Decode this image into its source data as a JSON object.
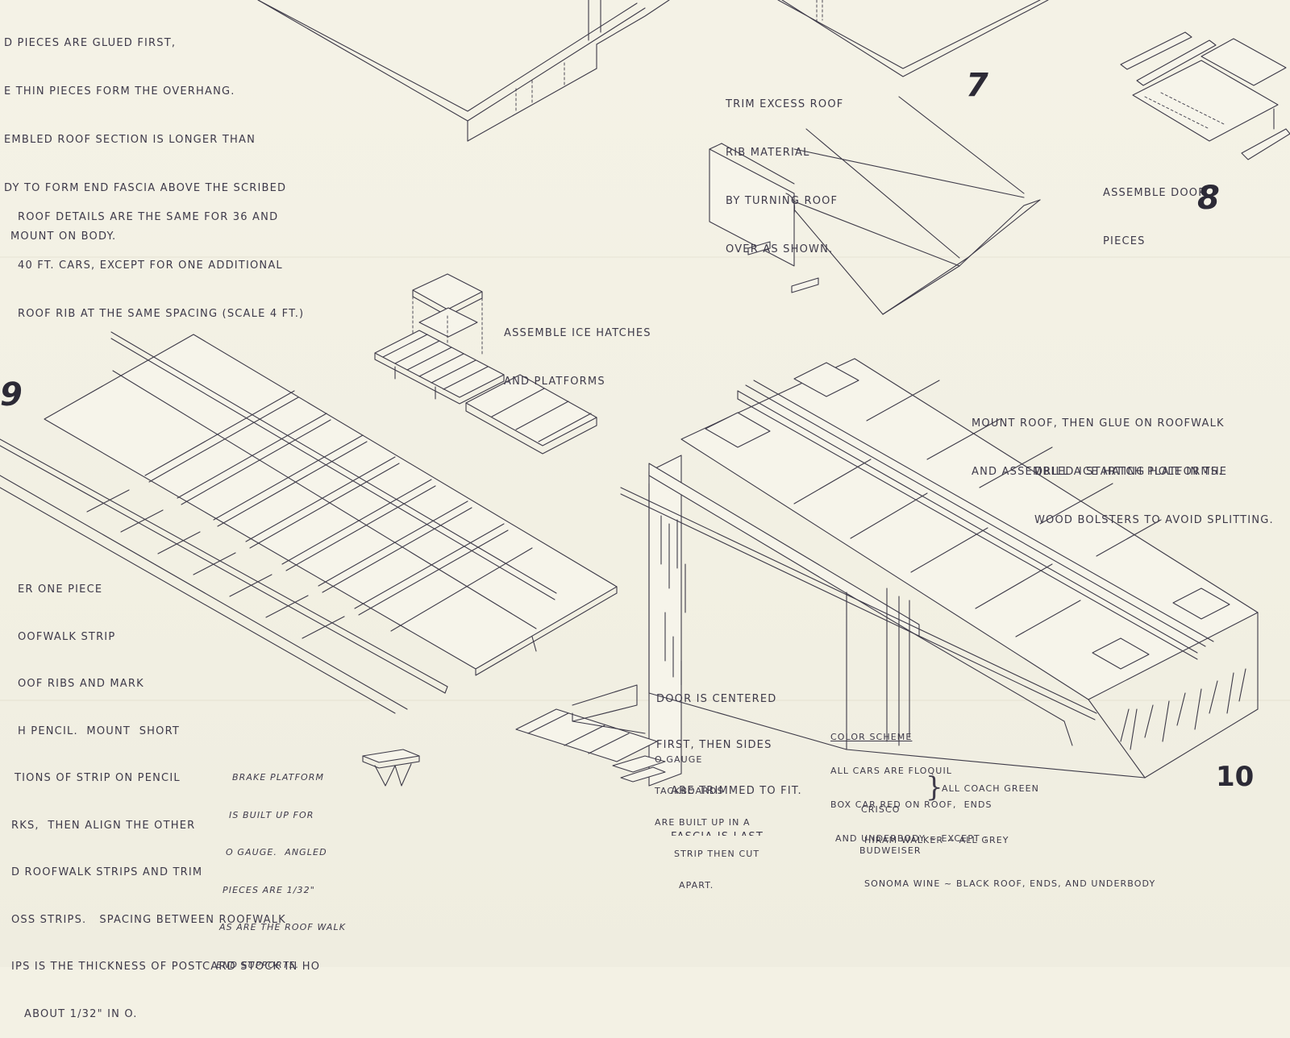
{
  "note_top": [
    "D PIECES ARE GLUED FIRST,",
    "E THIN PIECES FORM THE OVERHANG.",
    "EMBLED ROOF SECTION IS LONGER THAN",
    "DY TO FORM END FASCIA ABOVE THE SCRIBED",
    "MOUNT ON BODY."
  ],
  "note_roof_details": [
    "ROOF DETAILS ARE THE SAME FOR 36 AND",
    "40 FT. CARS, EXCEPT FOR ONE ADDITIONAL",
    "ROOF RIB AT THE SAME SPACING (SCALE 4 FT.)"
  ],
  "note_trim": [
    "TRIM EXCESS ROOF",
    "RIB MATERIAL",
    "BY TURNING ROOF",
    "OVER AS SHOWN."
  ],
  "step_7": "7",
  "note_door": [
    "ASSEMBLE DOOR",
    "PIECES"
  ],
  "step_8": "8",
  "note_ice": [
    "ASSEMBLE ICE HATCHES",
    "AND PLATFORMS"
  ],
  "step_9": "9",
  "note_mount": [
    "MOUNT ROOF, THEN GLUE ON ROOFWALK",
    "AND ASSEMBLED ICE HATCH PLATFORMS."
  ],
  "note_drill": [
    "DRILL A STARTING HOLE IN THE",
    "WOOD BOLSTERS TO AVOID SPLITTING."
  ],
  "note_roofwalk": [
    "ER ONE PIECE",
    "OOFWALK STRIP",
    "OOF RIBS AND MARK",
    "H PENCIL.  MOUNT  SHORT",
    "TIONS OF STRIP ON PENCIL",
    "RKS,  THEN ALIGN THE OTHER",
    "D ROOFWALK STRIPS AND TRIM",
    "OSS STRIPS.   SPACING BETWEEN ROOFWALK",
    "IPS IS THE THICKNESS OF POSTCARD STOCK IN HO",
    "ABOUT 1/32\" IN O."
  ],
  "note_door_center": [
    "DOOR IS CENTERED",
    "FIRST, THEN SIDES",
    "ARE TRIMMED TO FIT.",
    "FASCIA IS LAST."
  ],
  "note_tack": [
    "O GAUGE",
    "TACKBOARDS",
    "ARE BUILT UP IN A",
    "STRIP THEN CUT",
    "APART."
  ],
  "note_brake": [
    "BRAKE PLATFORM",
    "IS BUILT UP FOR",
    "O GAUGE.  ANGLED",
    "PIECES ARE 1/32\"",
    "AS ARE THE ROOF WALK",
    "END SUPPORTS."
  ],
  "color_scheme": {
    "heading": "COLOR SCHEME",
    "lines": [
      "ALL CARS ARE FLOQUIL",
      "BOX CAR RED ON ROOF,  ENDS",
      "AND UNDERBODY ~ EXCEPT :"
    ],
    "brace_items": [
      "CRISCO",
      "BUDWEISER"
    ],
    "brace_label": "ALL COACH GREEN",
    "extra": [
      "HIRAM WALKER ~ ALL GREY",
      "SONOMA WINE ~ BLACK ROOF, ENDS, AND UNDERBODY"
    ]
  },
  "step_10": "10"
}
